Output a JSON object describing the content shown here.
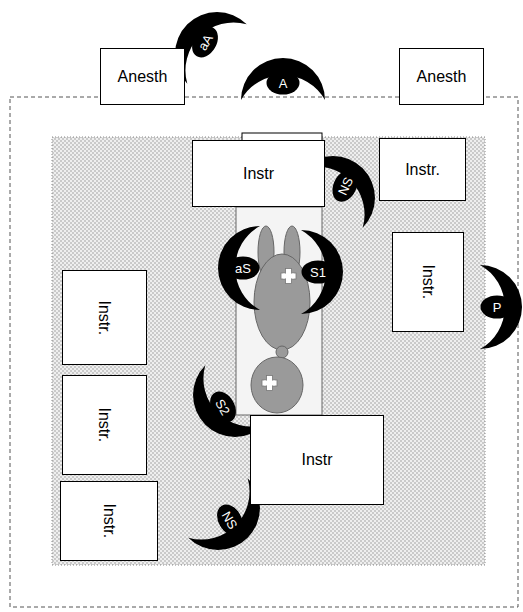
{
  "diagram": {
    "nodes": [
      {
        "text": [
          "Anesth"
        ]
      },
      {
        "text": [
          "aA"
        ]
      },
      {
        "text": [
          "A"
        ]
      },
      {
        "text": [
          "Anesth"
        ]
      },
      {
        "text": [
          "Instr"
        ]
      },
      {
        "text": [
          "NS"
        ]
      },
      {
        "text": [
          "Instr."
        ]
      },
      {
        "text": [
          "aS"
        ]
      },
      {
        "text": [
          "S1"
        ]
      },
      {
        "text": [
          "Instr."
        ]
      },
      {
        "text": [
          "P"
        ]
      },
      {
        "text": [
          "Instr."
        ]
      },
      {
        "text": [
          "S2"
        ]
      },
      {
        "text": [
          "Instr."
        ]
      },
      {
        "text": [
          "Instr"
        ]
      },
      {
        "text": [
          "NS"
        ]
      },
      {
        "text": [
          "Instr."
        ]
      }
    ]
  }
}
